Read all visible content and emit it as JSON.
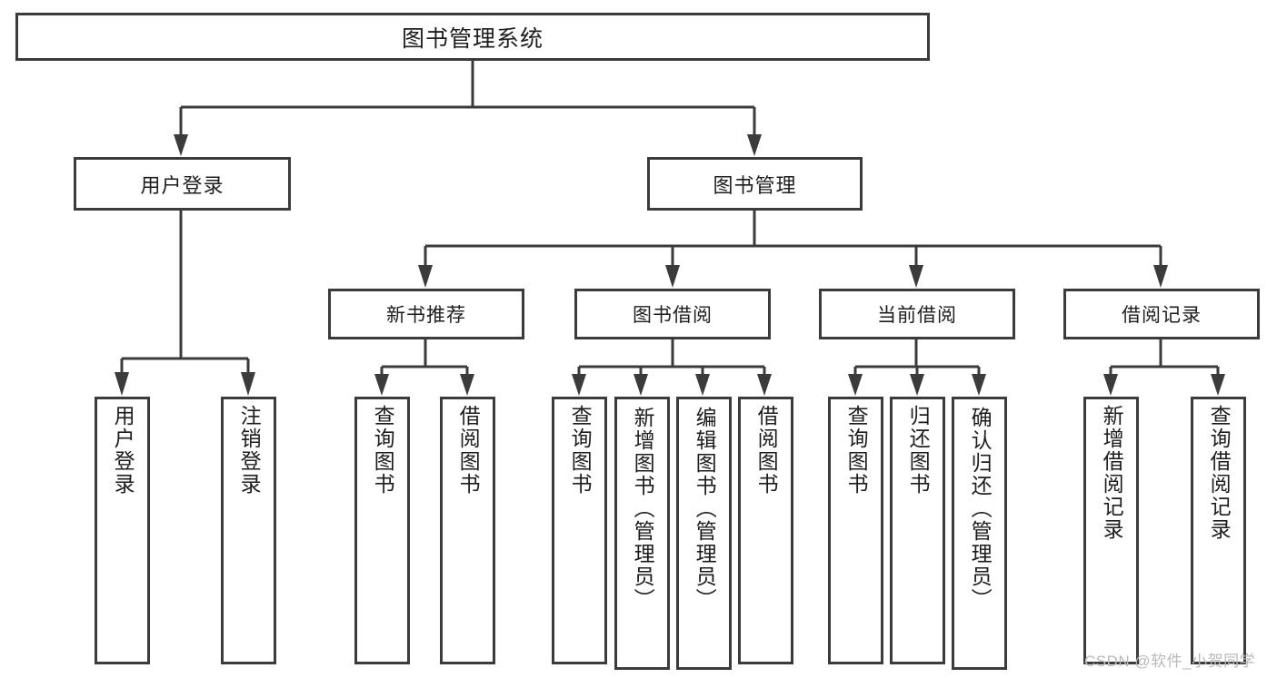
{
  "diagram": {
    "type": "tree-hierarchy",
    "title": "图书管理系统",
    "root": {
      "label": "图书管理系统"
    },
    "level2": [
      {
        "label": "用户登录"
      },
      {
        "label": "图书管理"
      }
    ],
    "level3": [
      {
        "label": "新书推荐"
      },
      {
        "label": "图书借阅"
      },
      {
        "label": "当前借阅"
      },
      {
        "label": "借阅记录"
      }
    ],
    "leaves": [
      {
        "label": "用户登录",
        "parent": "用户登录"
      },
      {
        "label": "注销登录",
        "parent": "用户登录"
      },
      {
        "label": "查询图书",
        "parent": "新书推荐"
      },
      {
        "label": "借阅图书",
        "parent": "新书推荐"
      },
      {
        "label": "查询图书",
        "parent": "图书借阅"
      },
      {
        "label": "新增图书（管理员）",
        "parent": "图书借阅"
      },
      {
        "label": "编辑图书（管理员）",
        "parent": "图书借阅"
      },
      {
        "label": "借阅图书",
        "parent": "图书借阅"
      },
      {
        "label": "查询图书",
        "parent": "当前借阅"
      },
      {
        "label": "归还图书",
        "parent": "当前借阅"
      },
      {
        "label": "确认归还（管理员）",
        "parent": "当前借阅"
      },
      {
        "label": "新增借阅记录",
        "parent": "借阅记录"
      },
      {
        "label": "查询借阅记录",
        "parent": "借阅记录"
      }
    ]
  },
  "watermark": {
    "text": "CSDN @软件_小贺同学"
  },
  "colors": {
    "stroke": "#3b3b3b",
    "box_fill": "#ffffff",
    "text": "#1d1d1d",
    "background": "#ffffff",
    "watermark": "#b9b9b9"
  }
}
